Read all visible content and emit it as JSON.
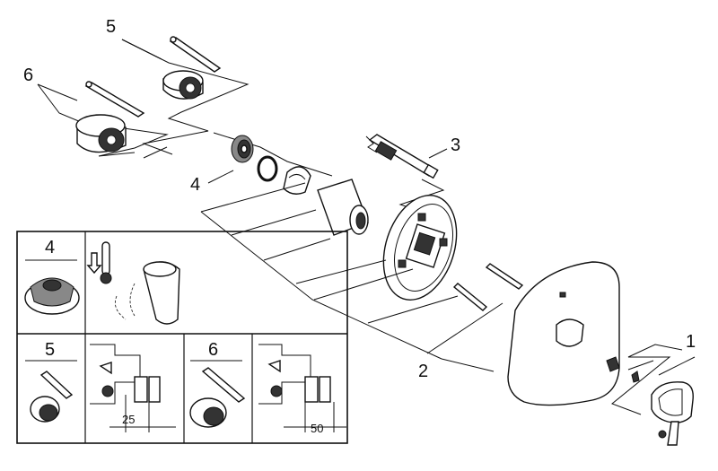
{
  "part_labels": {
    "p1": "1",
    "p2": "2",
    "p3": "3",
    "p4": "4",
    "p5": "5",
    "p6": "6"
  },
  "inset": {
    "cell_4_label": "4",
    "cell_5_label": "5",
    "cell_6_label": "6",
    "dim_25": "25",
    "dim_50": "50"
  },
  "colors": {
    "ink": "#111111",
    "dark_fill": "#333333",
    "mid_fill": "#888888",
    "background": "#ffffff"
  }
}
